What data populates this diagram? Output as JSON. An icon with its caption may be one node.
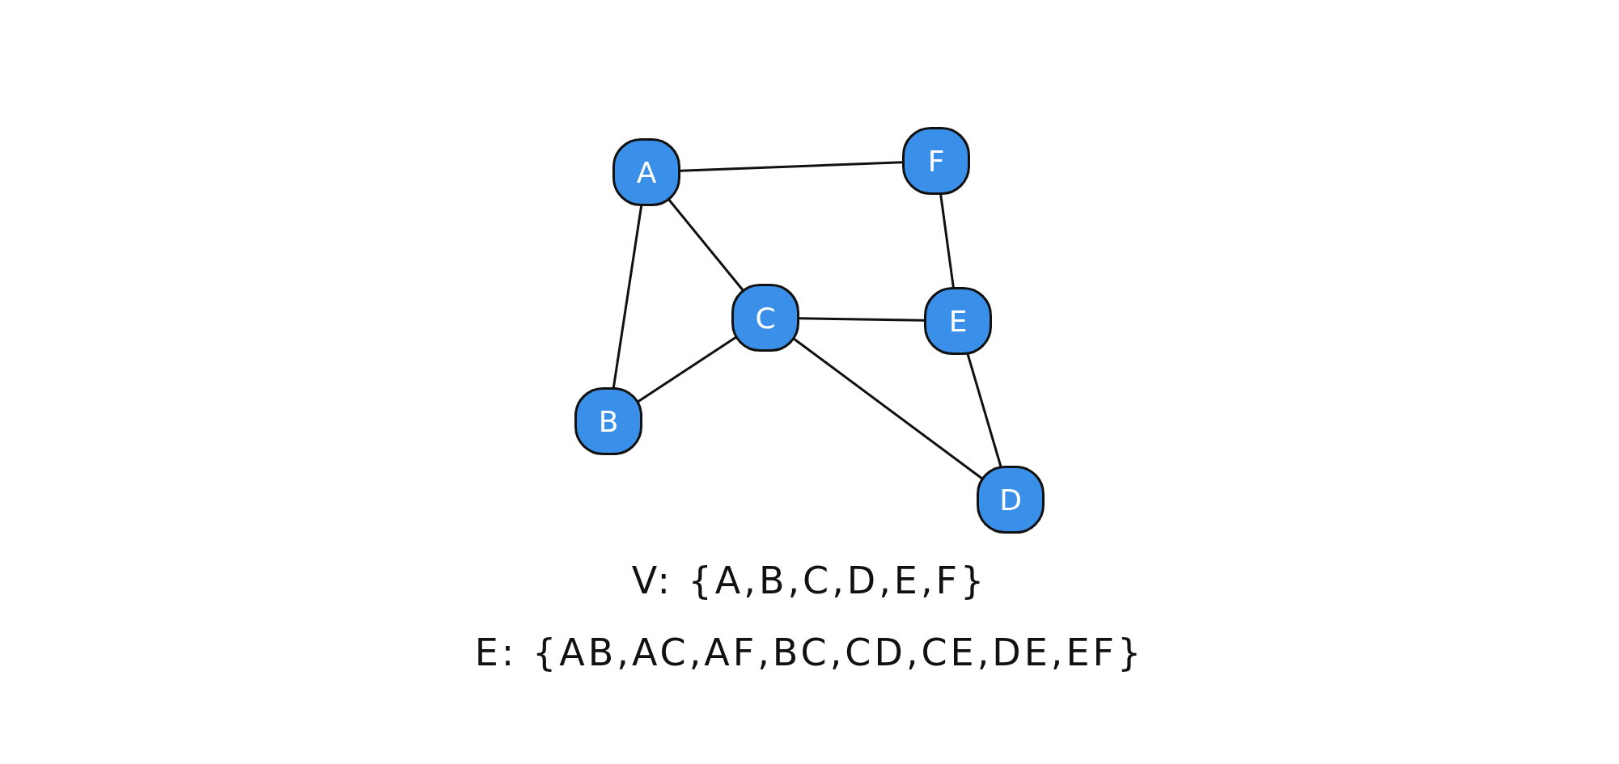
{
  "diagram": {
    "nodes": [
      {
        "text": [
          "A"
        ]
      },
      {
        "text": [
          "F"
        ]
      },
      {
        "text": [
          "C"
        ]
      },
      {
        "text": [
          "E"
        ]
      },
      {
        "text": [
          "B"
        ]
      },
      {
        "text": [
          "D"
        ]
      }
    ],
    "edges": [
      {
        "from": 0,
        "to": 1,
        "arrow": "none"
      },
      {
        "from": 0,
        "to": 2,
        "arrow": "none"
      },
      {
        "from": 0,
        "to": 4,
        "arrow": "none"
      },
      {
        "from": 1,
        "to": 3,
        "arrow": "none"
      },
      {
        "from": 2,
        "to": 3,
        "arrow": "none"
      },
      {
        "from": 2,
        "to": 4,
        "arrow": "none"
      },
      {
        "from": 2,
        "to": 5,
        "arrow": "none"
      },
      {
        "from": 3,
        "to": 5,
        "arrow": "none"
      }
    ],
    "labels": [
      "V: {A,B,C,D,E,F}",
      "E: {AB,AC,AF,BC,CD,CE,DE,EF}"
    ]
  }
}
